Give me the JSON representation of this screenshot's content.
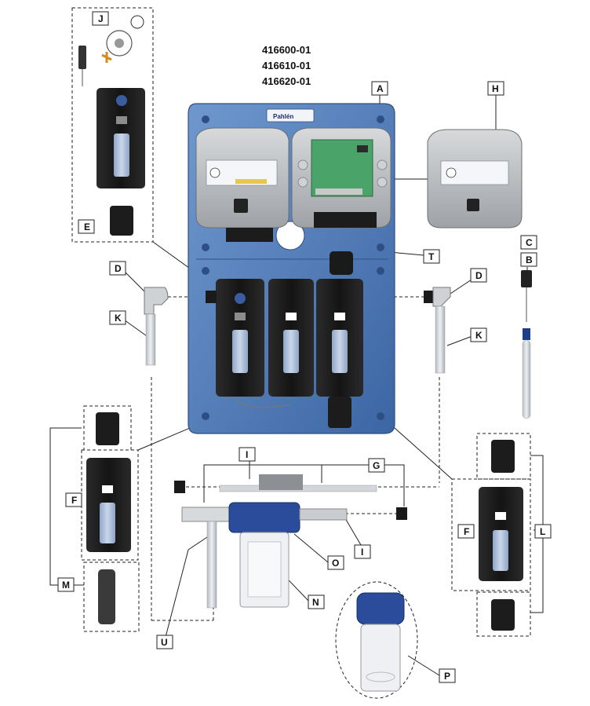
{
  "product_codes": [
    "416600-01",
    "416610-01",
    "416620-01"
  ],
  "brand": "Pahlén",
  "callouts": [
    "A",
    "B",
    "C",
    "D",
    "D",
    "E",
    "F",
    "F",
    "G",
    "H",
    "I",
    "I",
    "J",
    "K",
    "K",
    "L",
    "M",
    "N",
    "O",
    "P",
    "T",
    "U"
  ],
  "colors": {
    "panel": "#5a86c0",
    "panel_dark": "#3f6aa5",
    "housing": "#1a1a1a",
    "controller": "#c9cbcd",
    "filter_blue": "#2a4c9b",
    "pcb": "#4aa368"
  }
}
